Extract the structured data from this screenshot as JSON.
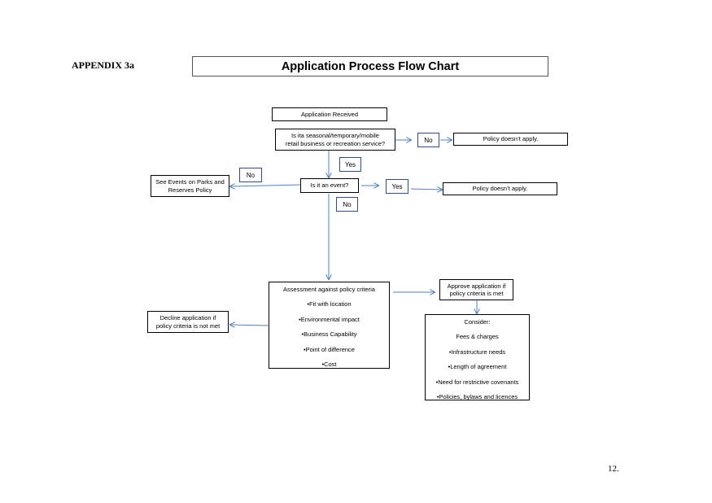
{
  "header": {
    "appendix": "APPENDIX 3a",
    "title": "Application Process Flow Chart"
  },
  "page_number": "12.",
  "nodes": {
    "received": "Application Received",
    "question1": [
      "Is ita  seasonal/temporary/mobile",
      "retail business or recreation service?"
    ],
    "policy_na_1": "Policy doesn’t apply.",
    "events_policy": [
      "See Events on Parks and",
      "Reserves Policy"
    ],
    "question2": "Is it an event?",
    "policy_na_2": "Policy doesn’t apply.",
    "assessment": {
      "heading": "Assessment against policy criteria",
      "items": [
        "•Fit with location",
        "•Environmental impact",
        "•Business Capability",
        "•Point of difference",
        "•Cost"
      ]
    },
    "decline": [
      "Decline application if",
      "policy criteria is not met"
    ],
    "approve": [
      "Approve application if",
      "policy criteria is met"
    ],
    "consider": {
      "heading": "Consider:",
      "items": [
        "Fees & charges",
        "•Infrastructure needs",
        "•Length of agreement",
        "•Need for restrictive covenants",
        "•Policies, bylaws and licences"
      ]
    }
  },
  "labels": {
    "no_1": "No",
    "yes_1": "Yes",
    "no_2": "No",
    "yes_2": "Yes",
    "no_3": "No"
  },
  "colors": {
    "arrow": "#4f81bd",
    "label_border": "#2f4f7f"
  }
}
